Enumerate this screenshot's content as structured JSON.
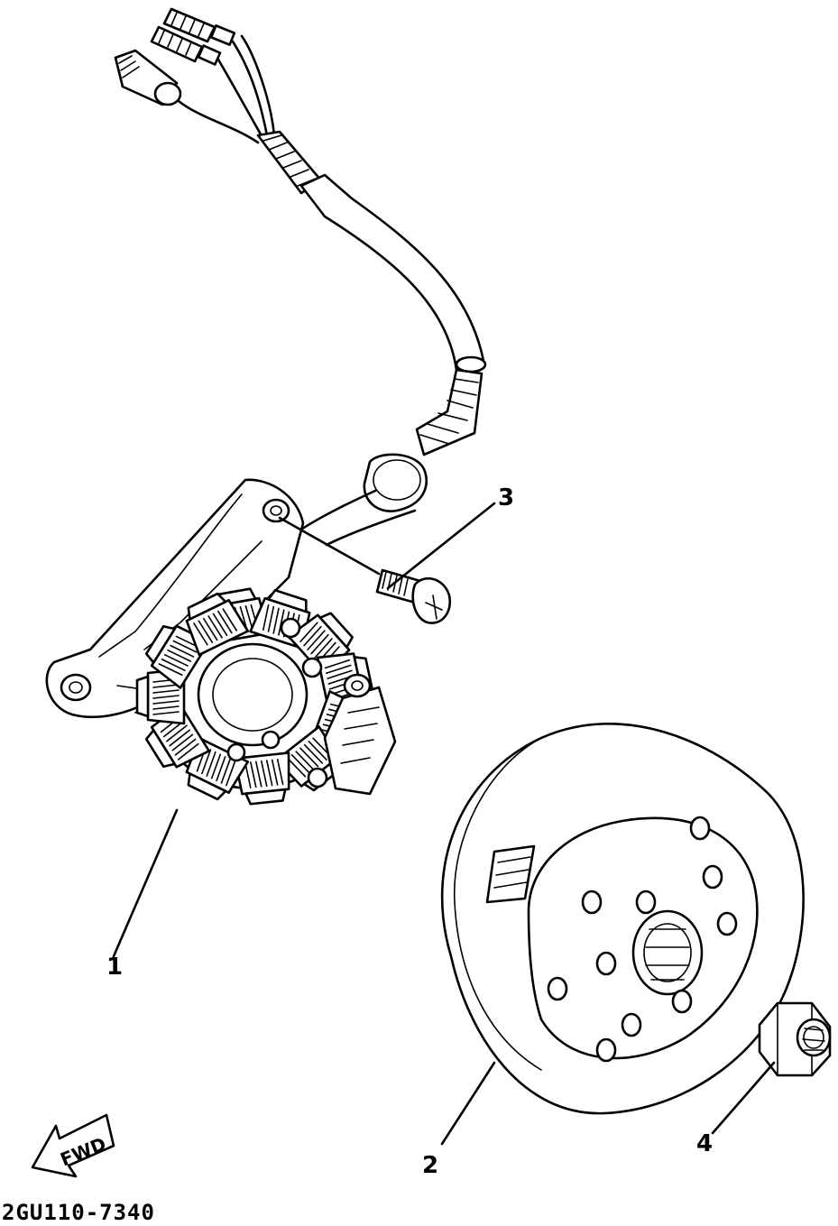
{
  "diagram": {
    "callouts": [
      {
        "id": "1",
        "label": "1"
      },
      {
        "id": "2",
        "label": "2"
      },
      {
        "id": "3",
        "label": "3"
      },
      {
        "id": "4",
        "label": "4"
      }
    ],
    "direction_arrow": {
      "text": "FWD"
    },
    "drawing_code": "2GU110-7340"
  }
}
